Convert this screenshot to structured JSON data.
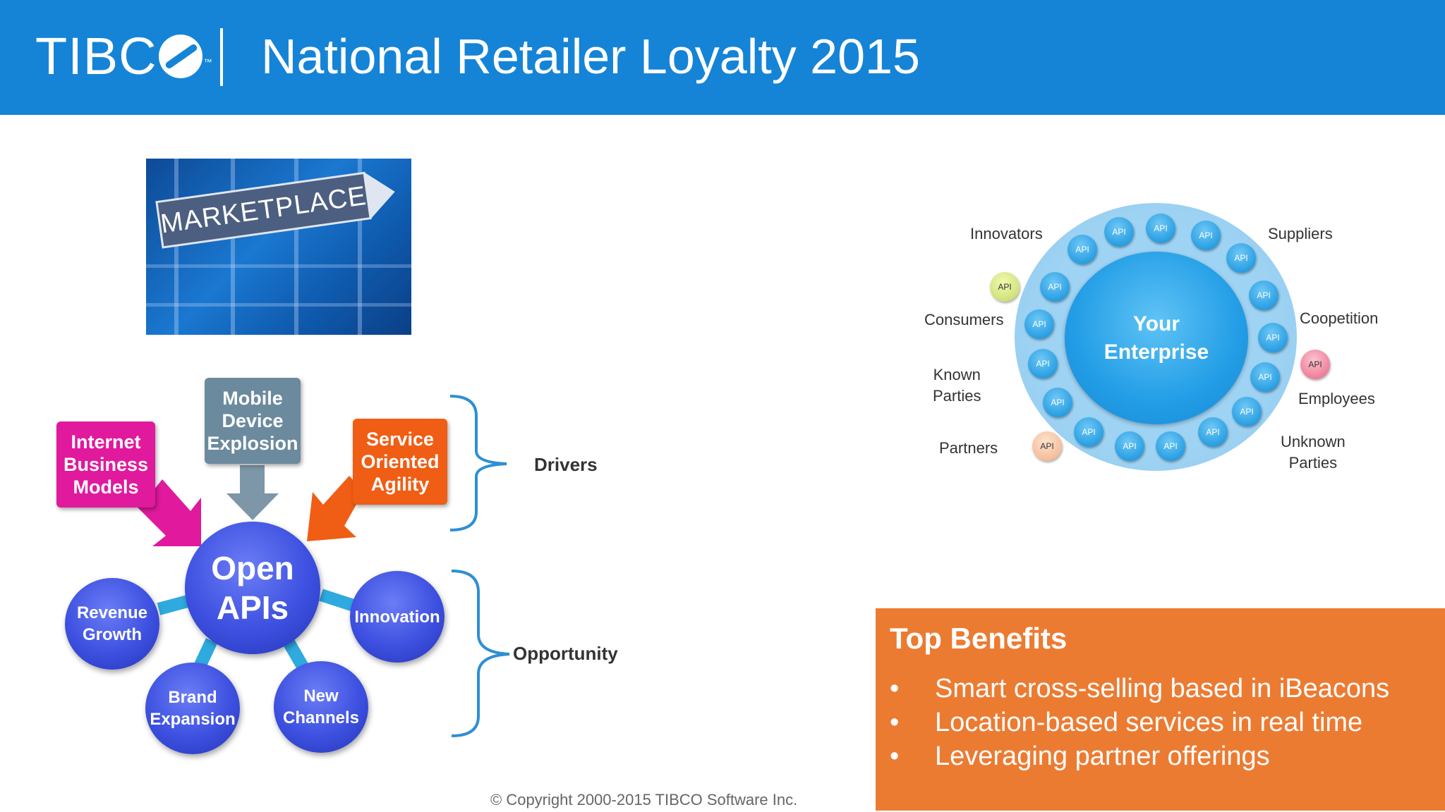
{
  "header": {
    "logo_text": "TIBC",
    "logo_tm": "™",
    "title": "National Retailer Loyalty 2015"
  },
  "marketplace": {
    "sign_text": "MARKETPLACE"
  },
  "open_api": {
    "center": [
      "Open",
      "APIs"
    ],
    "drivers": [
      {
        "lines": [
          "Internet",
          "Business",
          "Models"
        ],
        "color": "#e0199d"
      },
      {
        "lines": [
          "Mobile",
          "Device",
          "Explosion"
        ],
        "color": "#6b8a9e"
      },
      {
        "lines": [
          "Service",
          "Oriented",
          "Agility"
        ],
        "color": "#f05d14"
      }
    ],
    "opportunities": [
      {
        "lines": [
          "Revenue",
          "Growth"
        ]
      },
      {
        "lines": [
          "Brand",
          "Expansion"
        ]
      },
      {
        "lines": [
          "New",
          "Channels"
        ]
      },
      {
        "lines": [
          "Innovation"
        ]
      }
    ],
    "brace_labels": {
      "drivers": "Drivers",
      "opportunity": "Opportunity"
    }
  },
  "enterprise": {
    "core": [
      "Your",
      "Enterprise"
    ],
    "api_label": "API",
    "parties": {
      "innovators": "Innovators",
      "suppliers": "Suppliers",
      "consumers": "Consumers",
      "coopetition": "Coopetition",
      "known_parties": [
        "Known",
        "Parties"
      ],
      "employees": "Employees",
      "partners": "Partners",
      "unknown_parties": [
        "Unknown",
        "Parties"
      ]
    }
  },
  "benefits": {
    "title": "Top Benefits",
    "items": [
      "Smart cross-selling based in iBeacons",
      "Location-based services in real time",
      "Leveraging partner offerings"
    ]
  },
  "footer": {
    "copyright": "© Copyright 2000-2015 TIBCO Software Inc."
  }
}
